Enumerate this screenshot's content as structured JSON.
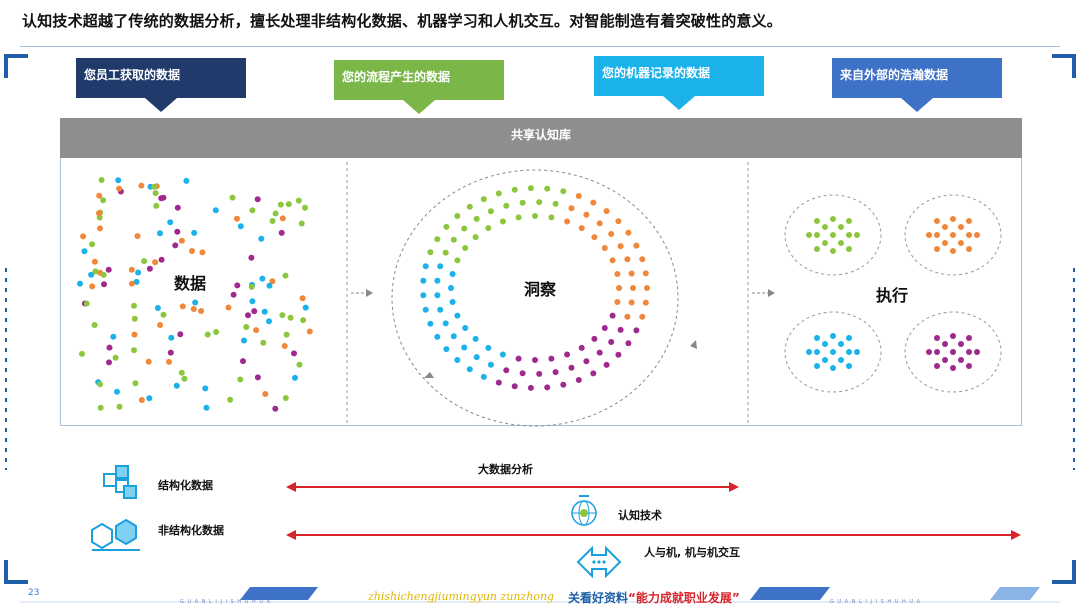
{
  "headline": "认知技术超越了传统的数据分析，擅长处理非结构化数据、机器学习和人机交互。对智能制造有着突破性的意义。",
  "sources": [
    {
      "label": "您员工获取的数据",
      "color": "#1f3a6b"
    },
    {
      "label": "您的流程产生的数据",
      "color": "#7ab648"
    },
    {
      "label": "您的机器记录的数据",
      "color": "#1ab2e8"
    },
    {
      "label": "来自外部的浩瀚数据",
      "color": "#3e72c6"
    }
  ],
  "shared_bar": "共享认知库",
  "stages": {
    "data": "数据",
    "insight": "洞察",
    "execute": "执行"
  },
  "dot_colors": {
    "orange": "#f0873a",
    "green": "#8cc63f",
    "cyan": "#1ab2e8",
    "purple": "#a0298e"
  },
  "legend": {
    "structured": "结构化数据",
    "unstructured": "非结构化数据",
    "big_data": "大数据分析",
    "cognitive": "认知技术",
    "hmi": "人与机, 机与机交互"
  },
  "footer": {
    "page": "23",
    "brand_small": "G U A N L I J I S H U H U A",
    "pinyin": "zhishichengjiumingyun zunzhong",
    "cta_prefix": "关看好资料",
    "cta_quote": "“能力成就职业发展”",
    "brand_small_right": "G U A N L I J I S H U H U A"
  }
}
